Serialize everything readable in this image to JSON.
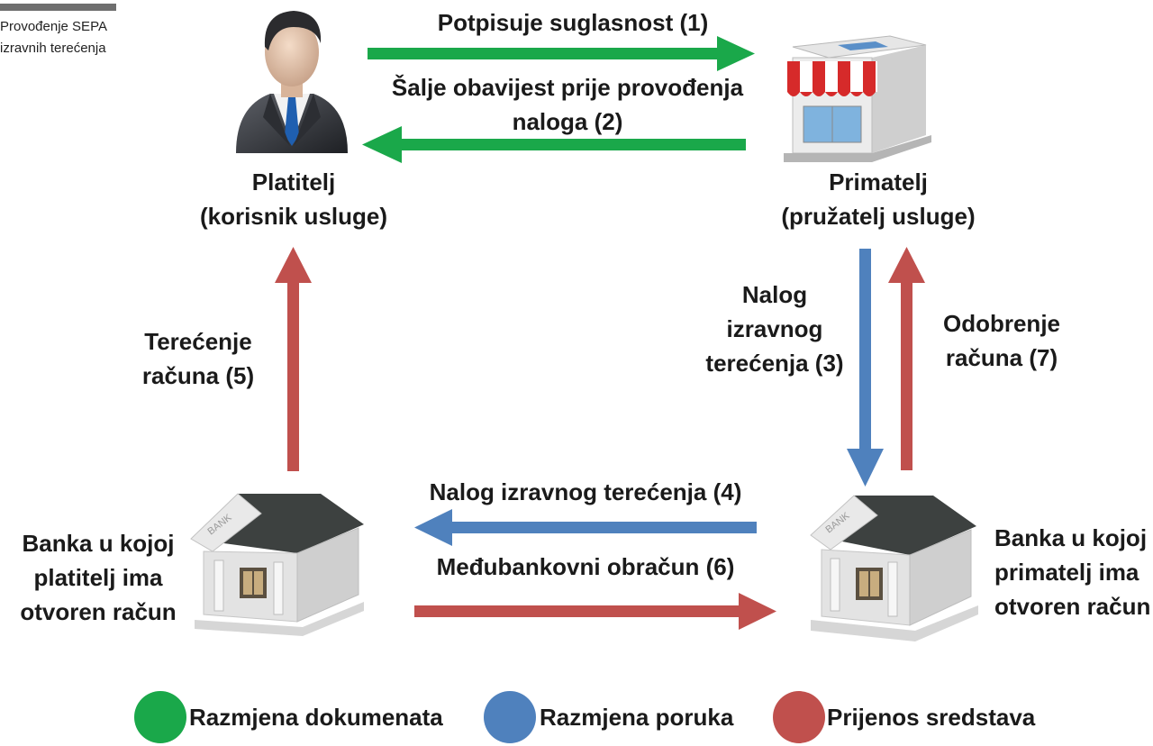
{
  "corner_caption": {
    "line1": "Provođenje SEPA",
    "line2": "izravnih terećenja"
  },
  "nodes": {
    "payer": {
      "line1": "Platitelj",
      "line2": "(korisnik usluge)",
      "icon": "businessman-icon"
    },
    "payee": {
      "line1": "Primatelj",
      "line2": "(pružatelj usluge)",
      "icon": "shop-icon"
    },
    "payer_bank": {
      "line1": "Banka u kojoj",
      "line2": "platitelj ima",
      "line3": "otvoren račun",
      "icon": "bank-icon"
    },
    "payee_bank": {
      "line1": "Banka u kojoj",
      "line2": "primatelj ima",
      "line3": "otvoren račun",
      "icon": "bank-icon"
    }
  },
  "flows": {
    "f1": {
      "label": "Potpisuje suglasnost (1)",
      "kind": "documents"
    },
    "f2": {
      "line1": "Šalje obavijest prije provođenja",
      "line2": "naloga (2)",
      "kind": "documents"
    },
    "f3": {
      "line1": "Nalog",
      "line2": "izravnog",
      "line3": "terećenja (3)",
      "kind": "messages"
    },
    "f4": {
      "label": "Nalog izravnog terećenja (4)",
      "kind": "messages"
    },
    "f5": {
      "line1": "Terećenje",
      "line2": "računa (5)",
      "kind": "funds"
    },
    "f6": {
      "label": "Međubankovni obračun (6)",
      "kind": "funds"
    },
    "f7": {
      "line1": "Odobrenje",
      "line2": "računa (7)",
      "kind": "funds"
    }
  },
  "legend": [
    {
      "label": "Razmjena dokumenata",
      "color": "#1aa84a"
    },
    {
      "label": "Razmjena poruka",
      "color": "#4f81bd"
    },
    {
      "label": "Prijenos sredstava",
      "color": "#c0504d"
    }
  ],
  "colors": {
    "documents": "#1aa84a",
    "messages": "#4f81bd",
    "funds": "#c0504d"
  }
}
